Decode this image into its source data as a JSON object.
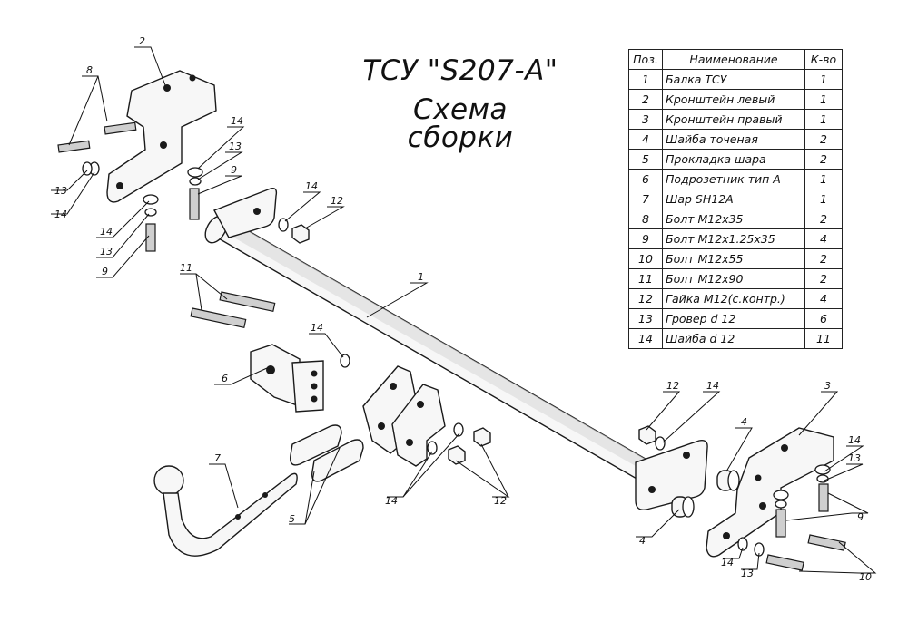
{
  "title": {
    "line1": "ТСУ \"S207-A\"",
    "line2": "Схема сборки"
  },
  "table": {
    "headers": {
      "pos": "Поз.",
      "name": "Наименование",
      "qty": "К-во"
    },
    "rows": [
      {
        "pos": "1",
        "name": "Балка ТСУ",
        "qty": "1"
      },
      {
        "pos": "2",
        "name": "Кронштейн левый",
        "qty": "1"
      },
      {
        "pos": "3",
        "name": "Кронштейн правый",
        "qty": "1"
      },
      {
        "pos": "4",
        "name": "Шайба точеная",
        "qty": "2"
      },
      {
        "pos": "5",
        "name": "Прокладка шара",
        "qty": "2"
      },
      {
        "pos": "6",
        "name": "Подрозетник тип А",
        "qty": "1"
      },
      {
        "pos": "7",
        "name": "Шар SH12A",
        "qty": "1"
      },
      {
        "pos": "8",
        "name": "Болт М12х35",
        "qty": "2"
      },
      {
        "pos": "9",
        "name": "Болт М12х1.25х35",
        "qty": "4"
      },
      {
        "pos": "10",
        "name": "Болт М12х55",
        "qty": "2"
      },
      {
        "pos": "11",
        "name": "Болт М12х90",
        "qty": "2"
      },
      {
        "pos": "12",
        "name": "Гайка М12(с.контр.)",
        "qty": "4"
      },
      {
        "pos": "13",
        "name": "Гровер d 12",
        "qty": "6"
      },
      {
        "pos": "14",
        "name": "Шайба d 12",
        "qty": "11"
      }
    ]
  },
  "callouts": [
    {
      "id": "c-2",
      "text": "2"
    },
    {
      "id": "c-8",
      "text": "8"
    },
    {
      "id": "c-14a",
      "text": "14"
    },
    {
      "id": "c-13a",
      "text": "13"
    },
    {
      "id": "c-9a",
      "text": "9"
    },
    {
      "id": "c-13b",
      "text": "13"
    },
    {
      "id": "c-14b",
      "text": "14"
    },
    {
      "id": "c-14c",
      "text": "14"
    },
    {
      "id": "c-13c",
      "text": "13"
    },
    {
      "id": "c-9b",
      "text": "9"
    },
    {
      "id": "c-14d",
      "text": "14"
    },
    {
      "id": "c-12a",
      "text": "12"
    },
    {
      "id": "c-1",
      "text": "1"
    },
    {
      "id": "c-11",
      "text": "11"
    },
    {
      "id": "c-14e",
      "text": "14"
    },
    {
      "id": "c-6",
      "text": "6"
    },
    {
      "id": "c-7",
      "text": "7"
    },
    {
      "id": "c-5",
      "text": "5"
    },
    {
      "id": "c-14f",
      "text": "14"
    },
    {
      "id": "c-12b",
      "text": "12"
    },
    {
      "id": "c-12c",
      "text": "12"
    },
    {
      "id": "c-14g",
      "text": "14"
    },
    {
      "id": "c-4a",
      "text": "4"
    },
    {
      "id": "c-4b",
      "text": "4"
    },
    {
      "id": "c-3",
      "text": "3"
    },
    {
      "id": "c-14h",
      "text": "14"
    },
    {
      "id": "c-13d",
      "text": "13"
    },
    {
      "id": "c-9c",
      "text": "9"
    },
    {
      "id": "c-14i",
      "text": "14"
    },
    {
      "id": "c-13e",
      "text": "13"
    },
    {
      "id": "c-10",
      "text": "10"
    }
  ]
}
